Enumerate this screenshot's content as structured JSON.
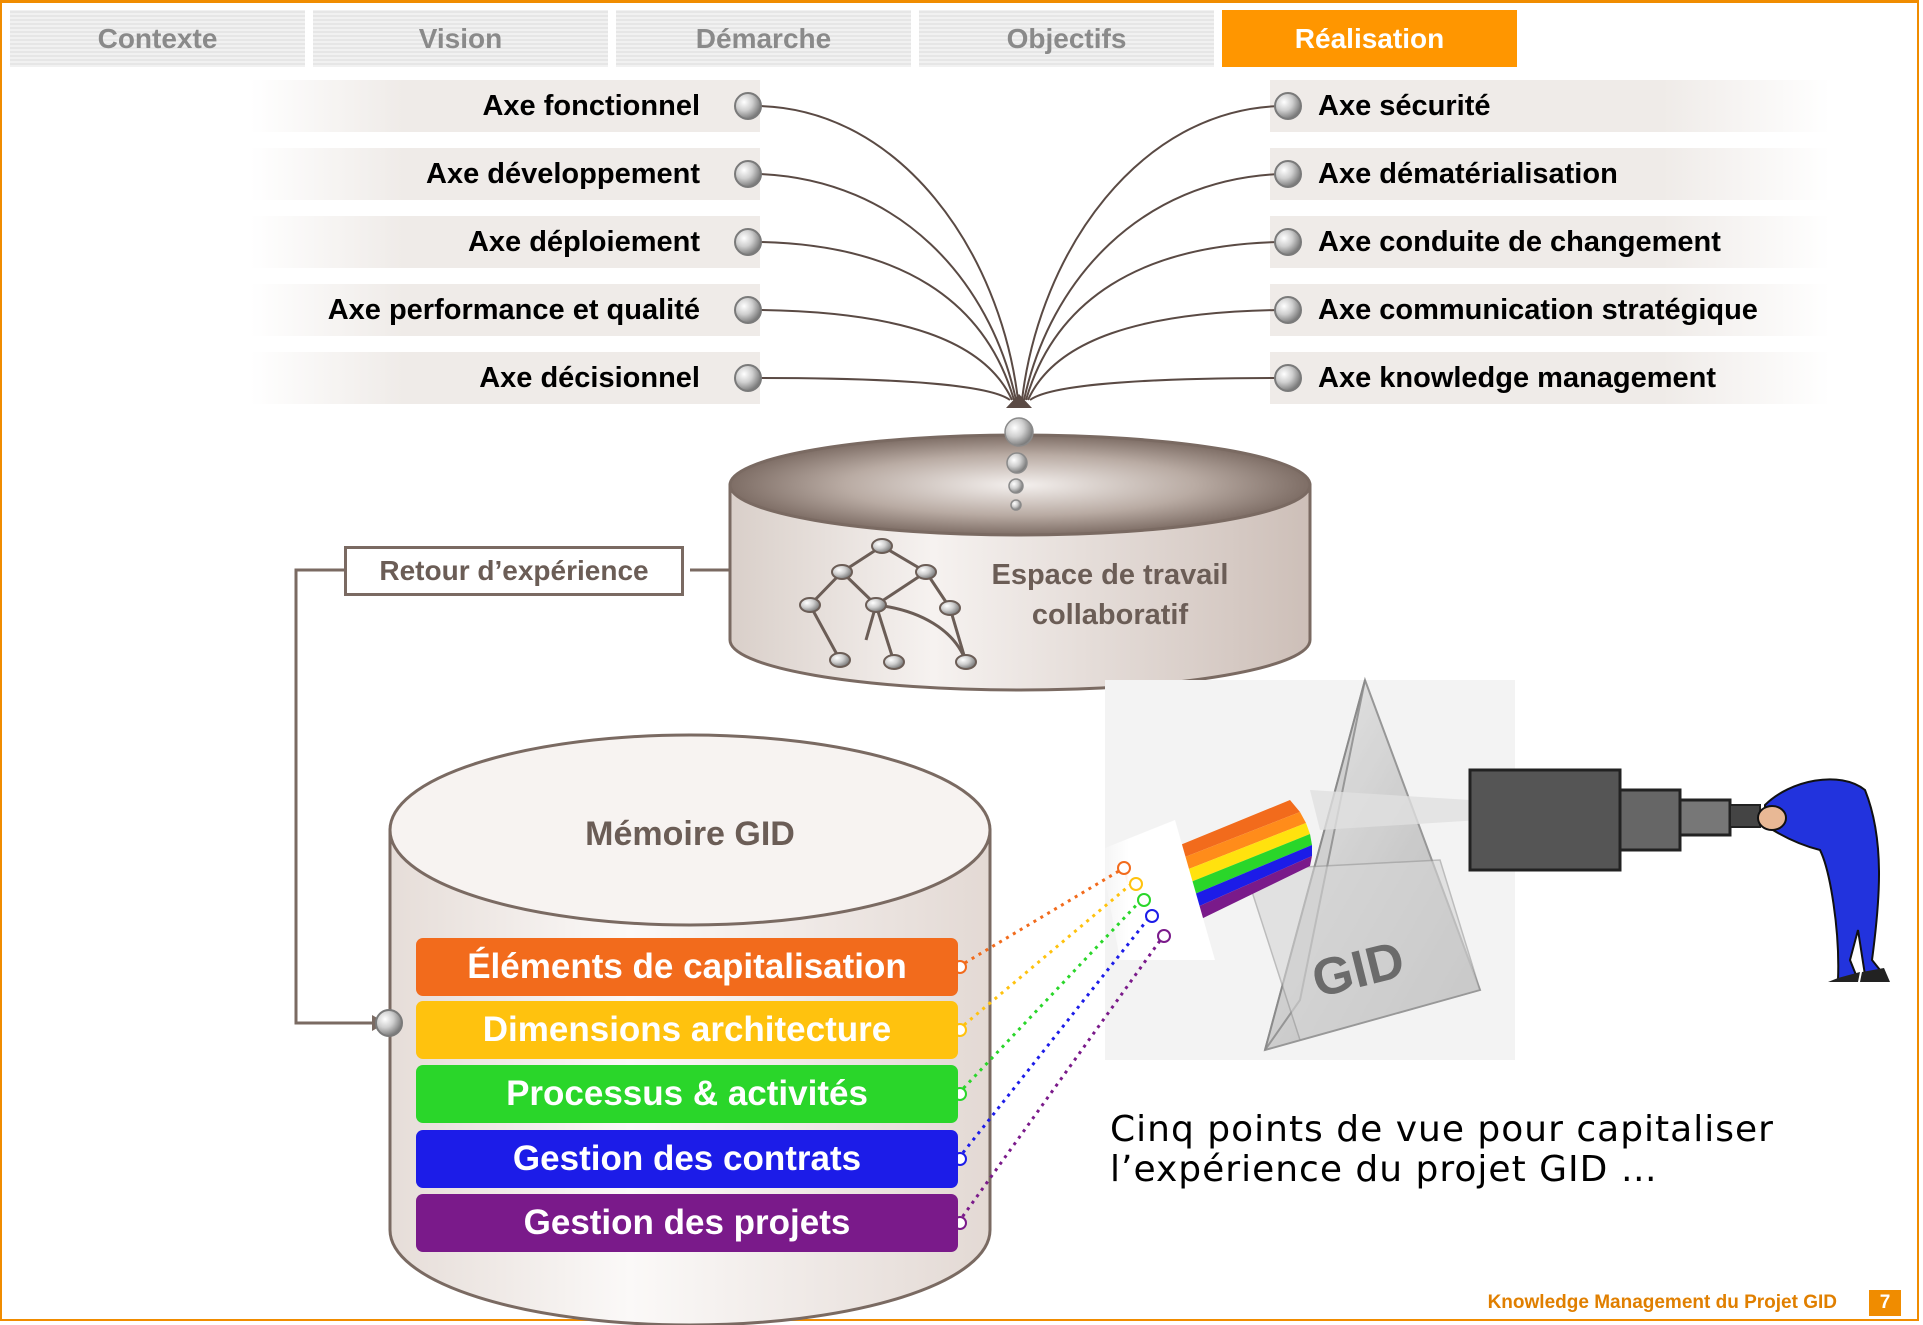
{
  "tabs": [
    {
      "label": "Contexte"
    },
    {
      "label": "Vision"
    },
    {
      "label": "Démarche"
    },
    {
      "label": "Objectifs"
    },
    {
      "label": "Réalisation",
      "active": true
    }
  ],
  "axes_left": [
    "Axe fonctionnel",
    "Axe développement",
    "Axe déploiement",
    "Axe performance et qualité",
    "Axe décisionnel"
  ],
  "axes_right": [
    "Axe sécurité",
    "Axe dématérialisation",
    "Axe conduite de changement",
    "Axe communication stratégique",
    "Axe knowledge management"
  ],
  "retour_label": "Retour d’expérience",
  "espace_label": "Espace de travail collaboratif",
  "memoire_label": "Mémoire GID",
  "memoire_items": [
    {
      "label": "Éléments de capitalisation",
      "color": "#f26b1c"
    },
    {
      "label": "Dimensions architecture",
      "color": "#ffc20e"
    },
    {
      "label": "Processus & activités",
      "color": "#2ad62a"
    },
    {
      "label": "Gestion des contrats",
      "color": "#1c1ce8"
    },
    {
      "label": "Gestion des projets",
      "color": "#7a1a8a"
    }
  ],
  "prism_label": "GID",
  "caption_lines": [
    "Cinq points de vue pour capitaliser",
    "l’expérience du projet GID …"
  ],
  "footer": {
    "title": "Knowledge Management du Projet GID",
    "page": "7"
  },
  "colors": {
    "accent": "#f08c00",
    "brown": "#6b5d56"
  }
}
